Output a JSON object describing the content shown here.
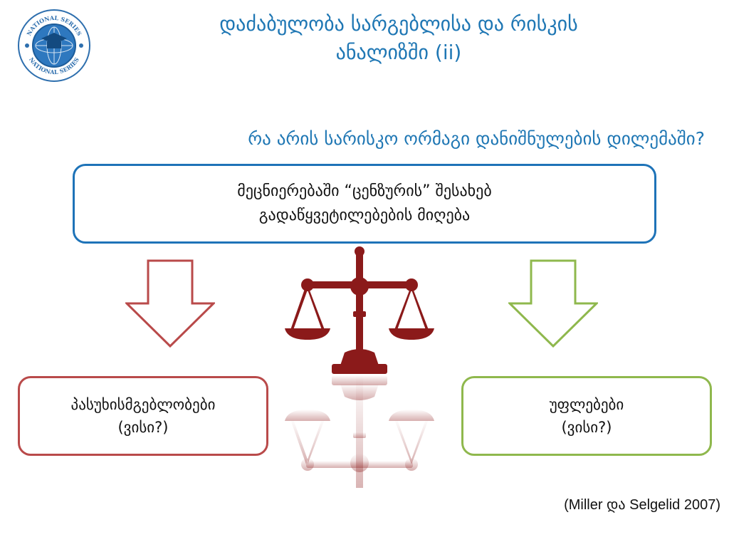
{
  "header": {
    "title_line1": "დაძაბულობა სარგებლისა და რისკის",
    "title_line2": "ანალიზში (ii)",
    "logo_text_top": "NATIONAL SERIES",
    "logo_text_bottom": "NATIONAL SERIES"
  },
  "subtitle": "რა არის სარისკო ორმაგი დანიშნულების დილემაში?",
  "top_box": {
    "line1": "მეცნიერებაში “ცენზურის” შესახებ",
    "line2": "გადაწყვეტილებების მიღება"
  },
  "left_box": {
    "line1": "პასუხისმგებლობები",
    "line2": "(ვისი?)"
  },
  "right_box": {
    "line1": "უფლებები",
    "line2": "(ვისი?)"
  },
  "citation": "(Miller და Selgelid 2007)",
  "colors": {
    "title_blue": "#1f77b4",
    "left_red": "#b94a4a",
    "right_green": "#8fb84d",
    "scales_dark_red": "#8b1a1a"
  },
  "icons": {
    "logo": "national-series-seal-icon",
    "scales": "scales-of-justice-icon",
    "left_arrow": "down-arrow-outline-icon",
    "right_arrow": "down-arrow-outline-icon"
  }
}
